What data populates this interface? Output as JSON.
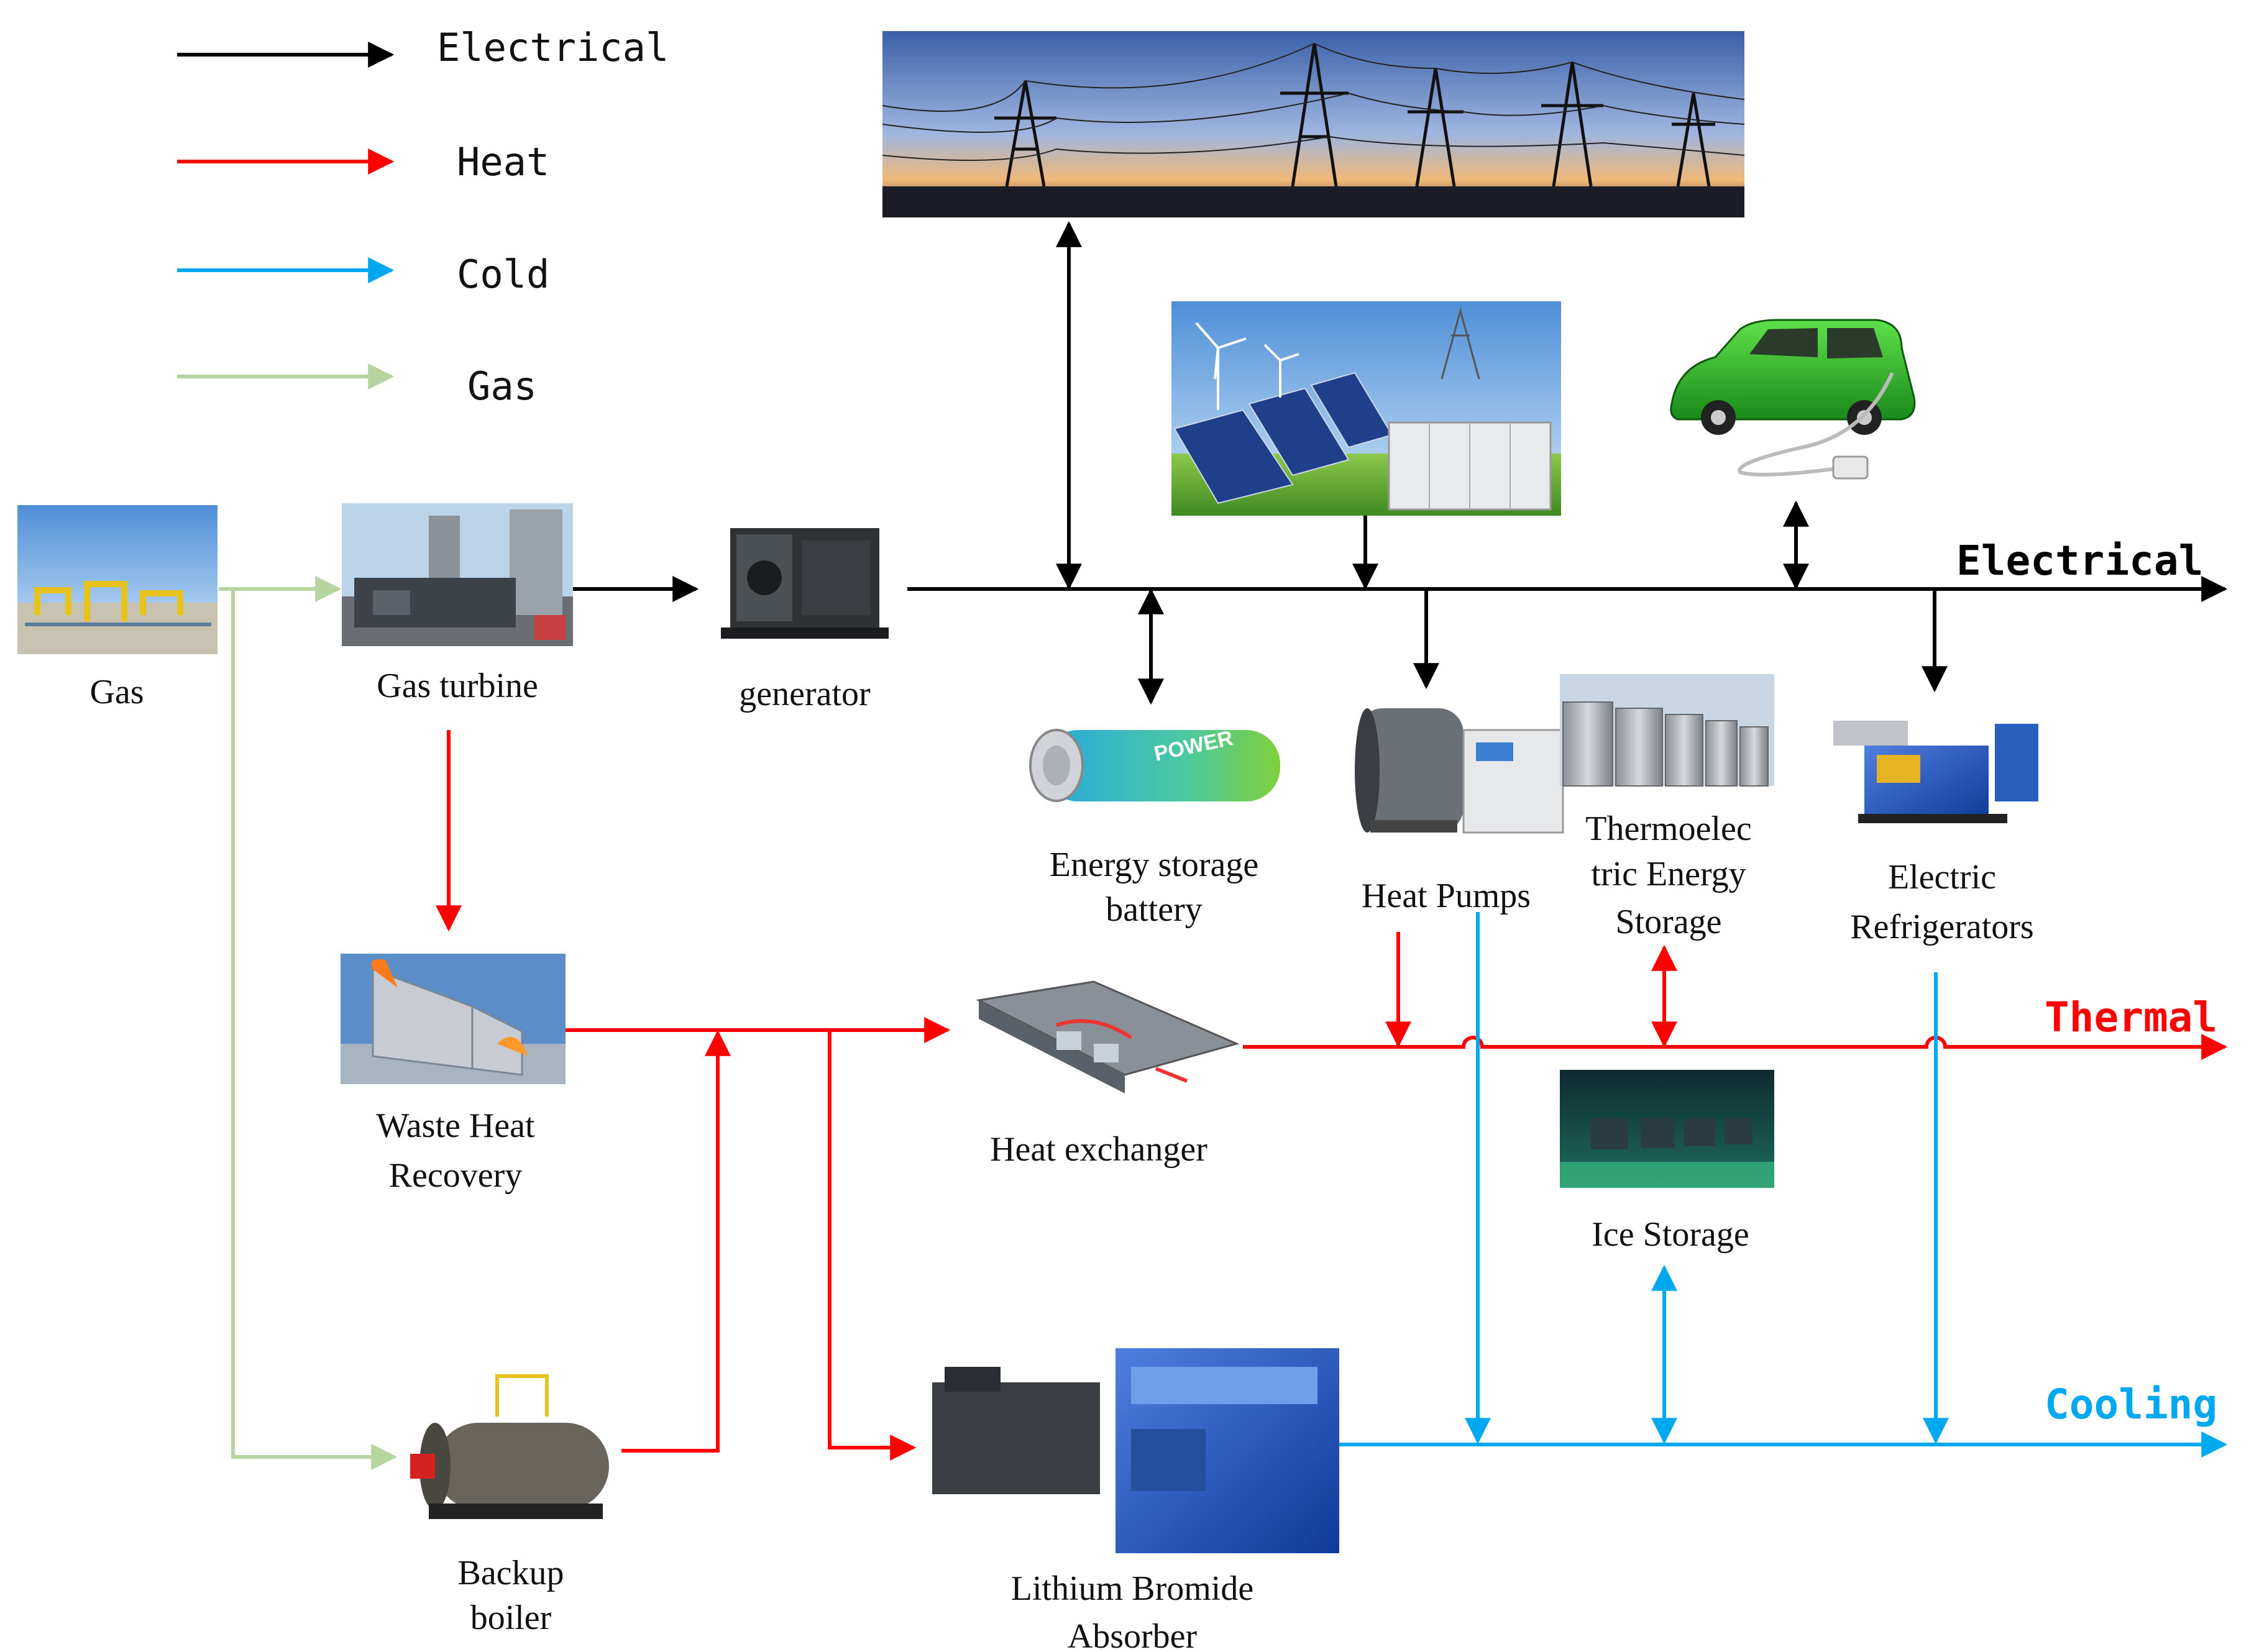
{
  "legend": [
    {
      "label": "Electrical",
      "color": "#000000"
    },
    {
      "label": "Heat",
      "color": "#ff0000"
    },
    {
      "label": "Cold",
      "color": "#00a8f0"
    },
    {
      "label": "Gas",
      "color": "#b5d4a0"
    }
  ],
  "buses": {
    "electrical": {
      "label": "Electrical",
      "color": "#000000"
    },
    "thermal": {
      "label": "Thermal",
      "color": "#ff0000"
    },
    "cooling": {
      "label": "Cooling",
      "color": "#00a8f0"
    }
  },
  "components": {
    "gas": {
      "line1": "Gas"
    },
    "gas_turbine": {
      "line1": "Gas turbine"
    },
    "generator": {
      "line1": "generator"
    },
    "battery": {
      "line1": "Energy storage",
      "line2": "battery",
      "badge": "POWER"
    },
    "heat_pumps": {
      "line1": "Heat Pumps"
    },
    "thermo_storage": {
      "line1": "Thermoelec",
      "line2": "tric Energy",
      "line3": "Storage"
    },
    "electric_refrigerators": {
      "line1": "Electric",
      "line2": "Refrigerators"
    },
    "waste_heat": {
      "line1": "Waste Heat",
      "line2": "Recovery"
    },
    "heat_exchanger": {
      "line1": "Heat exchanger"
    },
    "ice_storage": {
      "line1": "Ice Storage"
    },
    "backup_boiler": {
      "line1": "Backup",
      "line2": "boiler"
    },
    "libr_absorber": {
      "line1": "Lithium Bromide",
      "line2": "Absorber"
    }
  }
}
